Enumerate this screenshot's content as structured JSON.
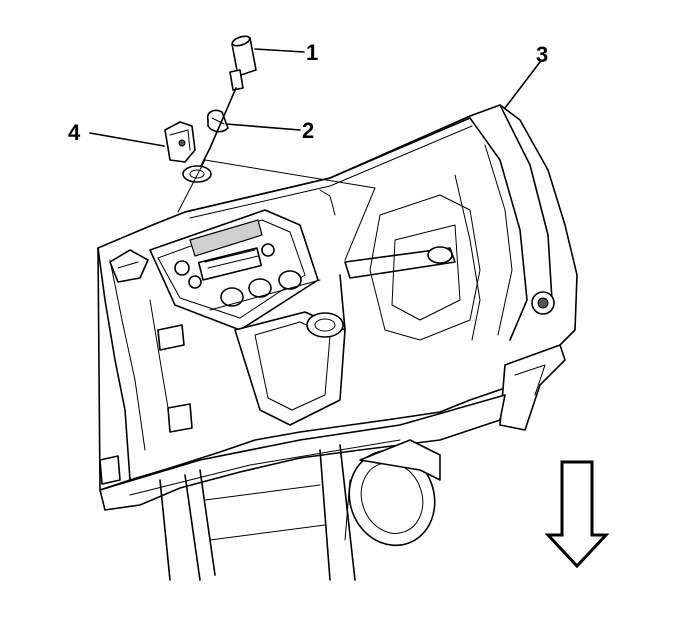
{
  "diagram": {
    "callouts": [
      {
        "id": "1",
        "label": "1"
      },
      {
        "id": "2",
        "label": "2"
      },
      {
        "id": "3",
        "label": "3"
      },
      {
        "id": "4",
        "label": "4"
      }
    ],
    "direction_arrow": "down-arrow-icon"
  }
}
